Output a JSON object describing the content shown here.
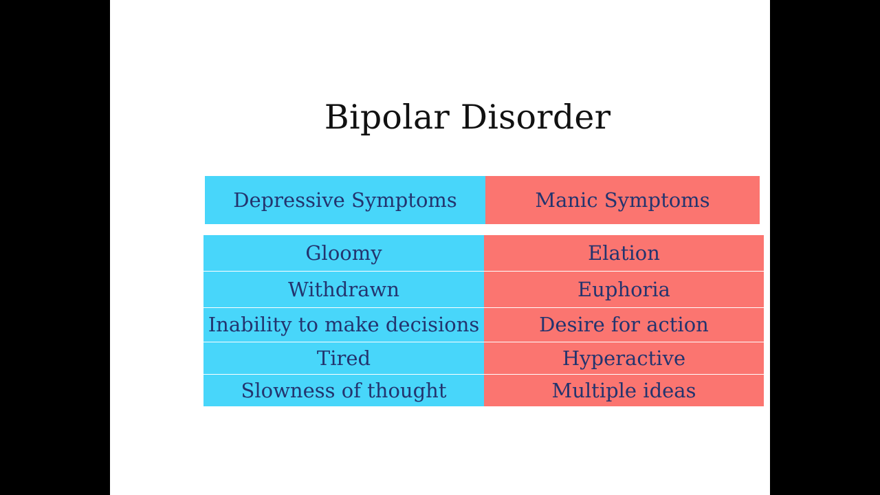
{
  "slide": {
    "title": "Bipolar Disorder",
    "colors": {
      "depressive": "#48d6fa",
      "manic": "#fb7570",
      "text": "#23346e"
    }
  },
  "table": {
    "headers": [
      "Depressive Symptoms",
      "Manic Symptoms"
    ],
    "rows": [
      [
        "Gloomy",
        "Elation"
      ],
      [
        "Withdrawn",
        "Euphoria"
      ],
      [
        "Inability to make decisions",
        "Desire for action"
      ],
      [
        "Tired",
        "Hyperactive"
      ],
      [
        "Slowness of thought",
        "Multiple ideas"
      ]
    ]
  }
}
